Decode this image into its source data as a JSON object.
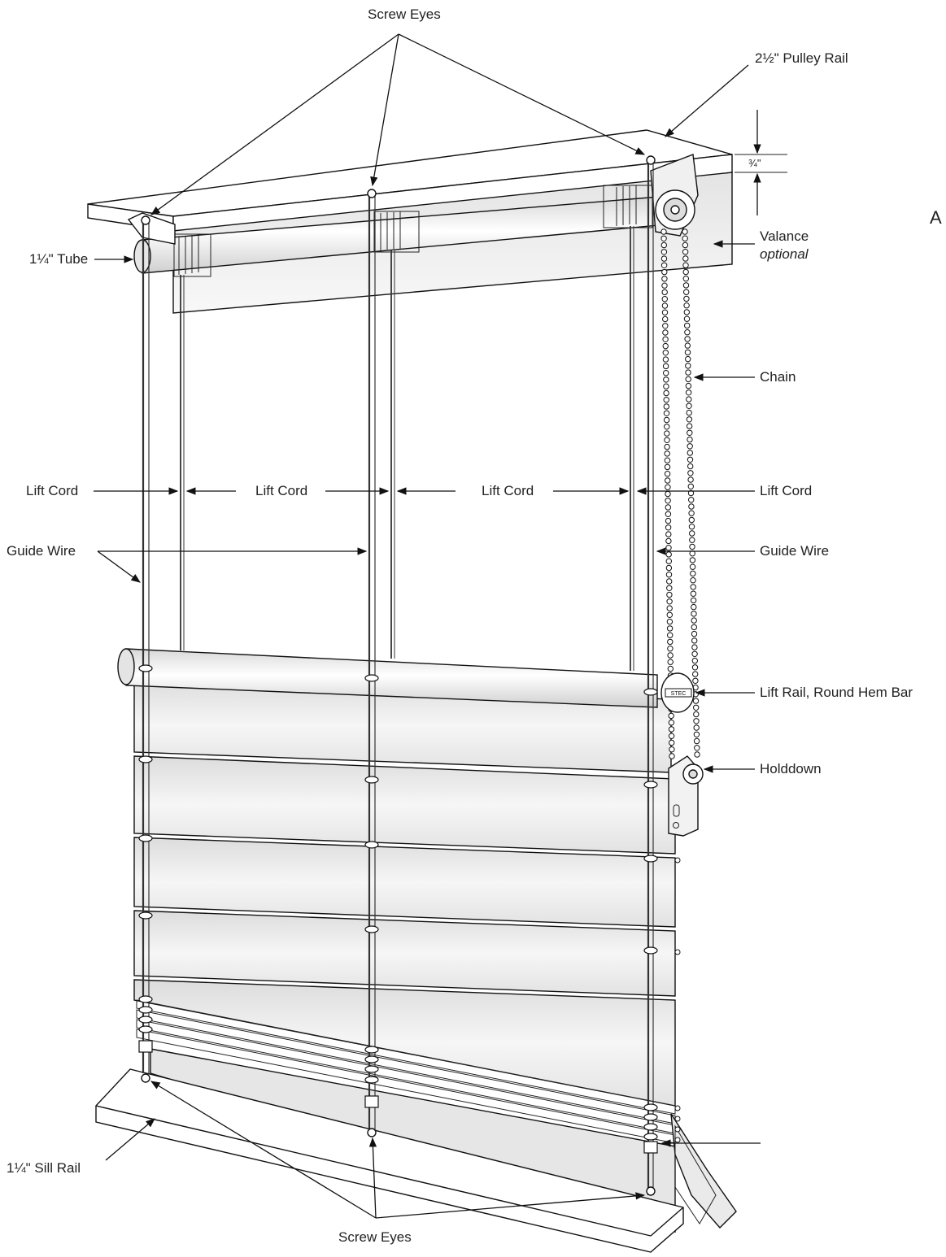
{
  "labels": {
    "screw_eyes_top": "Screw Eyes",
    "pulley_rail": "2½\" Pulley Rail",
    "three_quarter": "¾\"",
    "valance": "Valance",
    "valance_note": "optional",
    "tube": "1¼\" Tube",
    "chain": "Chain",
    "lift_cord_1": "Lift Cord",
    "lift_cord_2": "Lift Cord",
    "lift_cord_3": "Lift Cord",
    "lift_cord_4": "Lift Cord",
    "guide_wire_left": "Guide Wire",
    "guide_wire_right": "Guide Wire",
    "lift_rail": "Lift Rail, Round Hem Bar",
    "holddown": "Holddown",
    "sill_rail": "1¼\" Sill Rail",
    "screw_eyes_bottom": "Screw Eyes",
    "cut_off_letter": "A",
    "brand_mark": "STEC"
  },
  "colors": {
    "line": "#111111",
    "fabric_light": "#f2f2f2",
    "fabric_dark": "#d2d2d2",
    "background": "#ffffff"
  }
}
